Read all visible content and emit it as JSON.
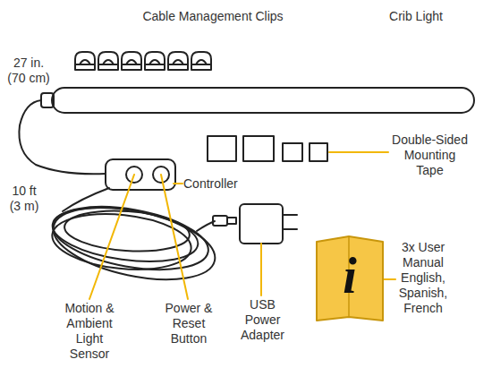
{
  "diagram": {
    "nodes": [
      {
        "text": [
          "i"
        ]
      }
    ],
    "labels": [
      "Cable Management Clips",
      "Crib Light",
      "27 in. (70 cm)",
      "Double-Sided Mounting Tape",
      "Controller",
      "10 ft (3 m)",
      "Motion & Ambient Light Sensor",
      "Power & Reset Button",
      "USB Power Adapter",
      "3x User Manual English, Spanish, French"
    ]
  }
}
